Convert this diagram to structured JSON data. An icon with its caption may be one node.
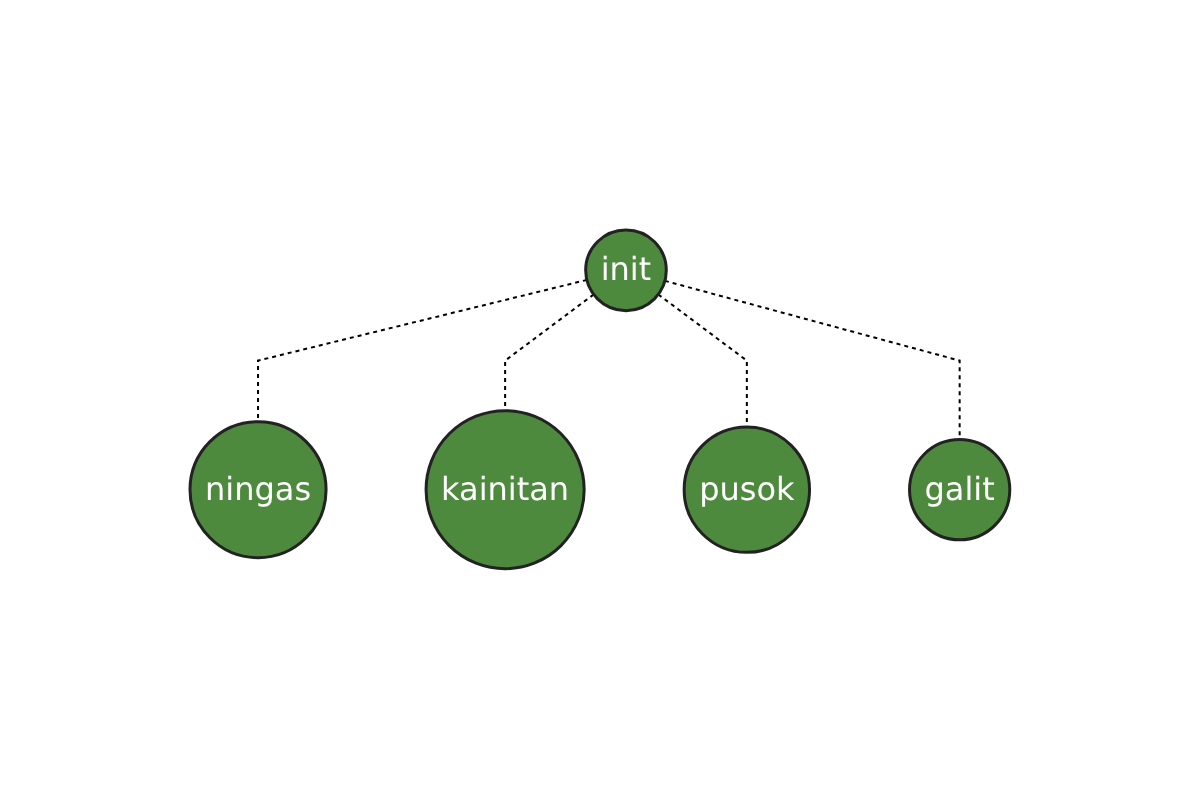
{
  "diagram": {
    "nodes": [
      {
        "text": [
          "ningas"
        ]
      },
      {
        "text": [
          "kainitan"
        ]
      },
      {
        "text": [
          "pusok"
        ]
      },
      {
        "text": [
          "init"
        ]
      },
      {
        "text": [
          "galit"
        ]
      }
    ],
    "edges": [
      {
        "from": 3,
        "to": 0,
        "arrow": "none",
        "style": "dashed"
      },
      {
        "from": 3,
        "to": 1,
        "arrow": "none",
        "style": "dashed"
      },
      {
        "from": 3,
        "to": 2,
        "arrow": "none",
        "style": "dashed"
      },
      {
        "from": 3,
        "to": 4,
        "arrow": "none",
        "style": "dashed"
      }
    ]
  }
}
